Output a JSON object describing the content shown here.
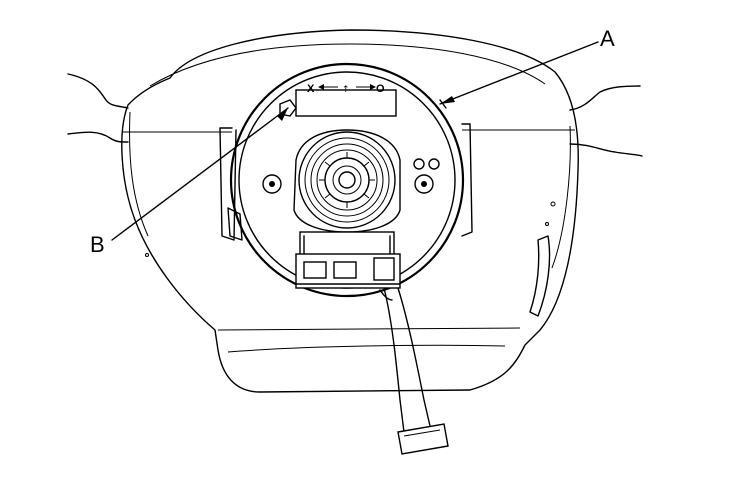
{
  "callouts": {
    "a": "A",
    "b": "B"
  },
  "marks": {
    "left_mark": "X",
    "right_mark": "O",
    "center_mark": "↑"
  },
  "colors": {
    "line": "#000000",
    "background": "#ffffff"
  }
}
